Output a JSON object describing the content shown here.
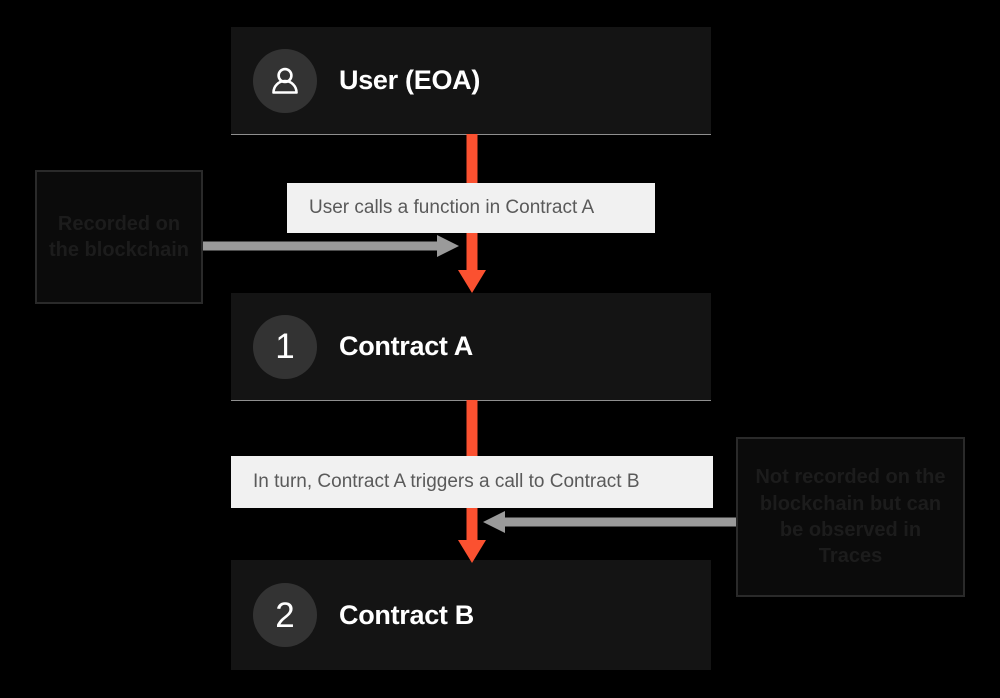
{
  "diagram": {
    "background_color": "#000000",
    "accent_color": "#fb5130",
    "node_color": "#141414",
    "label_color": "#f1f1f1",
    "nodes": [
      {
        "id": "user",
        "icon": "person-icon",
        "badge": "",
        "title": "User (EOA)"
      },
      {
        "id": "contract-a",
        "icon": "number-badge",
        "badge": "1",
        "title": "Contract A"
      },
      {
        "id": "contract-b",
        "icon": "number-badge",
        "badge": "2",
        "title": "Contract B"
      }
    ],
    "steps": [
      {
        "id": "step-1",
        "text": "User calls a function in Contract A"
      },
      {
        "id": "step-2",
        "text": "In turn, Contract A triggers a call to Contract B"
      }
    ],
    "callouts": [
      {
        "id": "callout-left",
        "text": "Recorded on the blockchain",
        "direction": "right"
      },
      {
        "id": "callout-right",
        "text": "Not recorded on the blockchain but can be observed in Traces",
        "direction": "left"
      }
    ],
    "connectors": [
      {
        "id": "user-to-step-1",
        "style": "orange-line",
        "direction": "down"
      },
      {
        "id": "step-1-to-a",
        "style": "orange-arrow",
        "direction": "down"
      },
      {
        "id": "a-to-step-2",
        "style": "orange-line",
        "direction": "down"
      },
      {
        "id": "step-2-to-b",
        "style": "orange-arrow",
        "direction": "down"
      },
      {
        "id": "callout-left-arrow",
        "style": "grey-arrow",
        "direction": "right"
      },
      {
        "id": "callout-right-arrow",
        "style": "grey-arrow",
        "direction": "left"
      }
    ]
  }
}
